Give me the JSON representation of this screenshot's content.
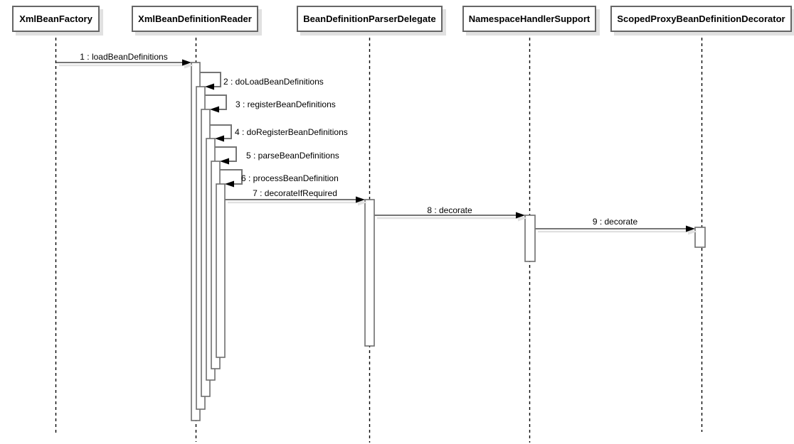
{
  "diagram": {
    "type": "uml-sequence-diagram",
    "participants": [
      {
        "name": "XmlBeanFactory"
      },
      {
        "name": "XmlBeanDefinitionReader"
      },
      {
        "name": "BeanDefinitionParserDelegate"
      },
      {
        "name": "NamespaceHandlerSupport"
      },
      {
        "name": "ScopedProxyBeanDefinitionDecorator"
      }
    ],
    "messages": [
      {
        "seq": 1,
        "label": "1 : loadBeanDefinitions",
        "from": "XmlBeanFactory",
        "to": "XmlBeanDefinitionReader",
        "kind": "call"
      },
      {
        "seq": 2,
        "label": "2 : doLoadBeanDefinitions",
        "from": "XmlBeanDefinitionReader",
        "to": "XmlBeanDefinitionReader",
        "kind": "self-call"
      },
      {
        "seq": 3,
        "label": "3 : registerBeanDefinitions",
        "from": "XmlBeanDefinitionReader",
        "to": "XmlBeanDefinitionReader",
        "kind": "self-call"
      },
      {
        "seq": 4,
        "label": "4 : doRegisterBeanDefinitions",
        "from": "XmlBeanDefinitionReader",
        "to": "XmlBeanDefinitionReader",
        "kind": "self-call"
      },
      {
        "seq": 5,
        "label": "5 : parseBeanDefinitions",
        "from": "XmlBeanDefinitionReader",
        "to": "XmlBeanDefinitionReader",
        "kind": "self-call"
      },
      {
        "seq": 6,
        "label": "6 : processBeanDefinition",
        "from": "XmlBeanDefinitionReader",
        "to": "XmlBeanDefinitionReader",
        "kind": "self-call"
      },
      {
        "seq": 7,
        "label": "7 : decorateIfRequired",
        "from": "XmlBeanDefinitionReader",
        "to": "BeanDefinitionParserDelegate",
        "kind": "call"
      },
      {
        "seq": 8,
        "label": "8 : decorate",
        "from": "BeanDefinitionParserDelegate",
        "to": "NamespaceHandlerSupport",
        "kind": "call"
      },
      {
        "seq": 9,
        "label": "9 : decorate",
        "from": "NamespaceHandlerSupport",
        "to": "ScopedProxyBeanDefinitionDecorator",
        "kind": "call"
      }
    ],
    "colors": {
      "background": "#ffffff",
      "box_border": "#666666",
      "line": "#757575",
      "arrowhead": "#000000",
      "shadow": "#e1e1e1",
      "text": "#000000"
    }
  }
}
